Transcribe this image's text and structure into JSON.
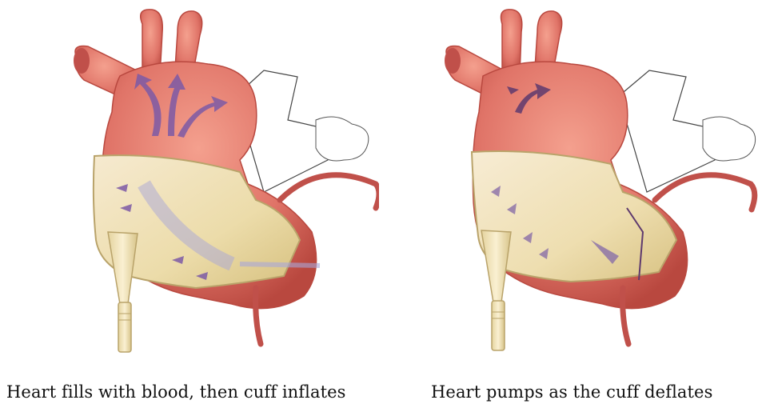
{
  "panels": [
    {
      "caption": "Heart fills with blood, then cuff inflates",
      "illustration": "heart-cuff-inflating",
      "cuff_state": "inflated"
    },
    {
      "caption": "Heart pumps as the cuff deflates",
      "illustration": "heart-cuff-deflating",
      "cuff_state": "deflated"
    }
  ],
  "colors": {
    "heart": "#e07468",
    "heart_dark": "#c0504a",
    "cuff": "#ecdcaa",
    "cuff_edge": "#b9a36a",
    "blood_flow": "#7d5aa6",
    "background": "#ffffff",
    "caption_text": "#111111"
  }
}
